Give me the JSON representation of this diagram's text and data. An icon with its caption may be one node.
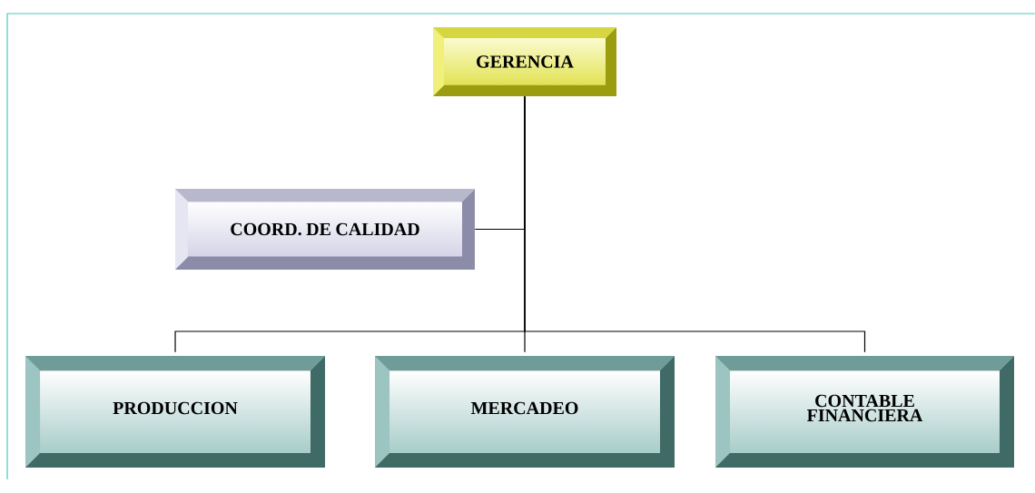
{
  "diagram": {
    "nodes": [
      {
        "text": [
          "GERENCIA"
        ]
      },
      {
        "text": [
          "COORD. DE CALIDAD"
        ]
      },
      {
        "text": [
          "PRODUCCION"
        ]
      },
      {
        "text": [
          "MERCADEO"
        ]
      },
      {
        "text": [
          "CONTABLE FINANCIERA"
        ]
      }
    ],
    "edges": [
      {
        "from": 0,
        "to": 1,
        "arrow": "none"
      },
      {
        "from": 0,
        "to": 2,
        "arrow": "none"
      },
      {
        "from": 0,
        "to": 3,
        "arrow": "none"
      },
      {
        "from": 0,
        "to": 4,
        "arrow": "none"
      }
    ]
  }
}
